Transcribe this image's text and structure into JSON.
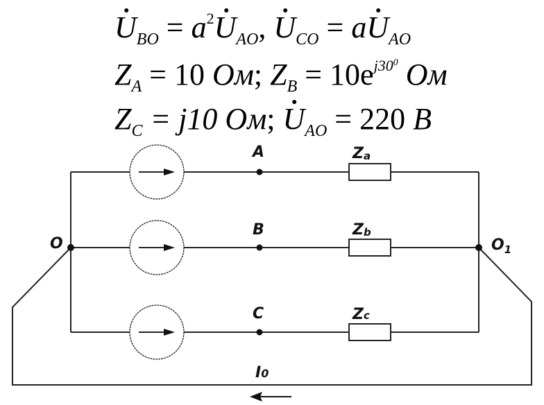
{
  "equations": {
    "line1": {
      "u_bo": "U",
      "u_bo_sub": "BO",
      "eq1": " = ",
      "a2": "a",
      "a2_exp": "2",
      "u_ao1": "U",
      "u_ao1_sub": "AO",
      "sep": ",  ",
      "u_co": "U",
      "u_co_sub": "CO",
      "eq2": " = ",
      "a": "a",
      "u_ao2": "U",
      "u_ao2_sub": "AO"
    },
    "line2": {
      "za": "Z",
      "za_sub": "A",
      "za_val": " = 10 ",
      "za_unit": "Ом",
      "sep": ";   ",
      "zb": "Z",
      "zb_sub": "B",
      "zb_val": " = 10e",
      "zb_exp": "j30",
      "zb_exp_deg": "0",
      "zb_unit": "  Ом"
    },
    "line3": {
      "zc": "Z",
      "zc_sub": "C",
      "zc_val": " = j10 ",
      "zc_unit": "Ом",
      "sep": ";   ",
      "uao": "U",
      "uao_sub": "AO",
      "uao_val": " = 220 ",
      "uao_unit": "В"
    }
  },
  "circuit": {
    "node_labels": {
      "neutral_source": "O",
      "neutral_load": "O",
      "neutral_load_sub": "1",
      "phase_a": "A",
      "phase_b": "B",
      "phase_c": "C"
    },
    "impedance_labels": {
      "za": "Z",
      "za_sub": "a",
      "zb": "Z",
      "zb_sub": "b",
      "zc": "Z",
      "zc_sub": "c"
    },
    "neutral_current_label": "I",
    "neutral_current_sub": "0",
    "neutral_current_direction": "right-to-left",
    "sources": [
      {
        "phase": "A",
        "icon": "voltage-source-arrow-right"
      },
      {
        "phase": "B",
        "icon": "voltage-source-arrow-right"
      },
      {
        "phase": "C",
        "icon": "voltage-source-arrow-right"
      }
    ],
    "line_color": "#222222"
  }
}
